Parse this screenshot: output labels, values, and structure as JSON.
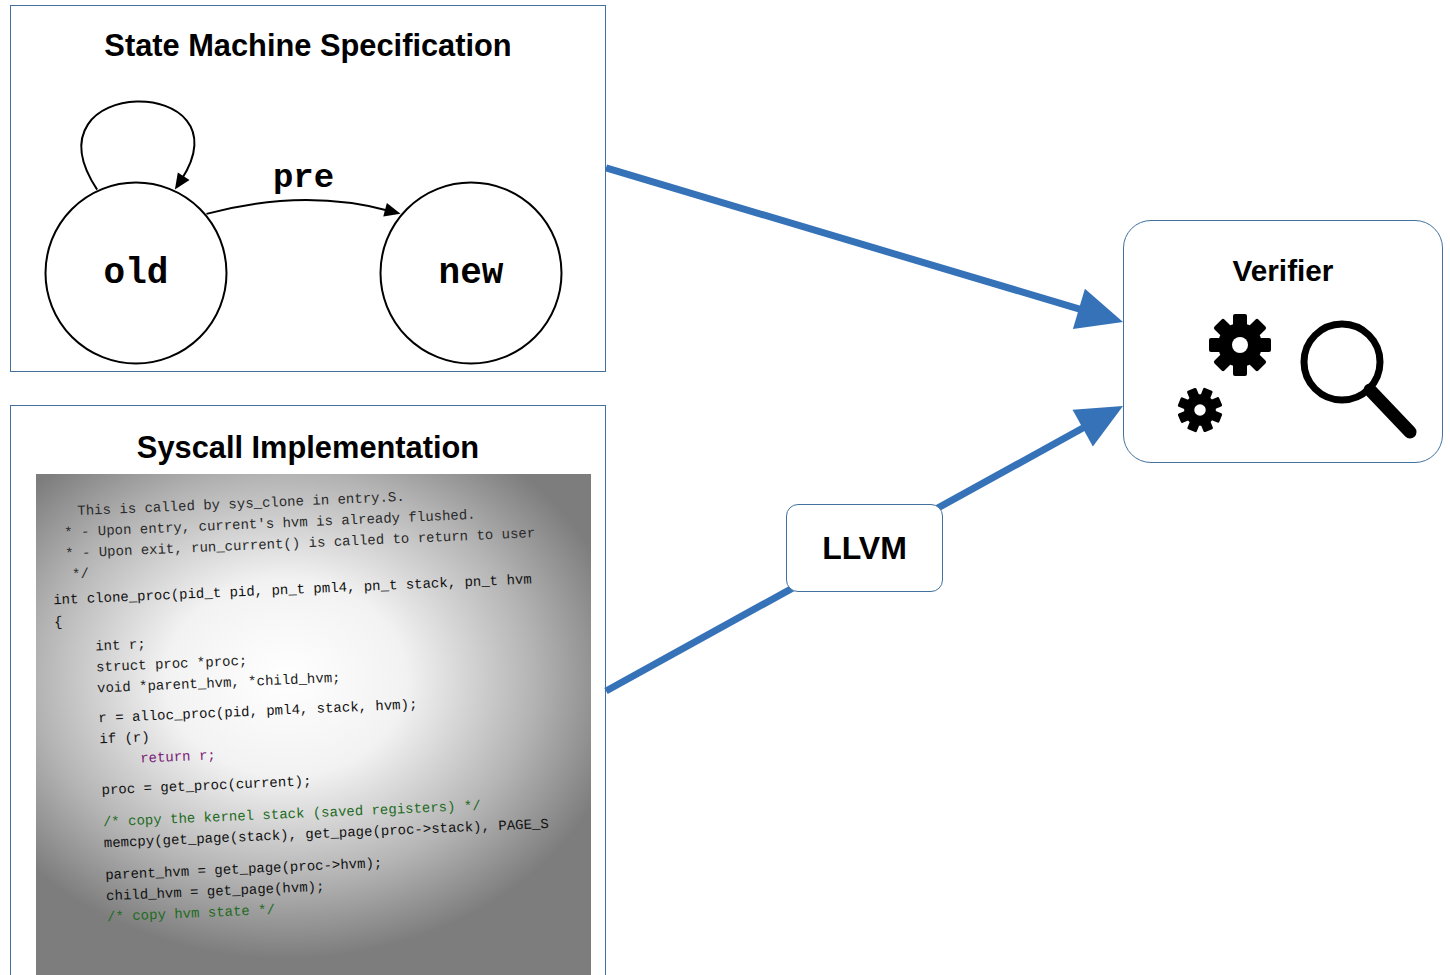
{
  "diagram": {
    "nodes": [
      {
        "text": [
          "State Machine Specification"
        ]
      },
      {
        "text": [
          "old"
        ],
        "in": 0
      },
      {
        "text": [
          "new"
        ],
        "in": 0
      },
      {
        "text": [
          "Syscall Implementation"
        ]
      },
      {
        "text": [
          "Verifier"
        ]
      }
    ],
    "edges": [
      {
        "from": 1,
        "to": 1,
        "arrow": "to"
      },
      {
        "from": 1,
        "to": 2,
        "arrow": "to",
        "label": "pre"
      },
      {
        "from": 0,
        "to": 4,
        "arrow": "to"
      },
      {
        "from": 3,
        "to": 4,
        "arrow": "to",
        "label": "LLVM"
      }
    ],
    "labels": [
      "This is called by sys_clone in entry.S.",
      "* - Upon entry, current's hvm is already flushed.",
      "* - Upon exit, run_current() is called to return to user",
      "*/",
      "int clone_proc(pid_t pid, pn_t pml4, pn_t stack, pn_t hvm",
      "{",
      "int r;",
      "struct proc *proc;",
      "void *parent_hvm, *child_hvm;",
      "r = alloc_proc(pid, pml4, stack, hvm);",
      "if (r)",
      "return r;",
      "proc = get_proc(current);",
      "/* copy the kernel stack (saved registers) */",
      "memcpy(get_page(stack), get_page(proc->stack), PAGE_S",
      "parent_hvm = get_page(proc->hvm);",
      "child_hvm = get_page(hvm);",
      "/* copy hvm state */"
    ]
  }
}
